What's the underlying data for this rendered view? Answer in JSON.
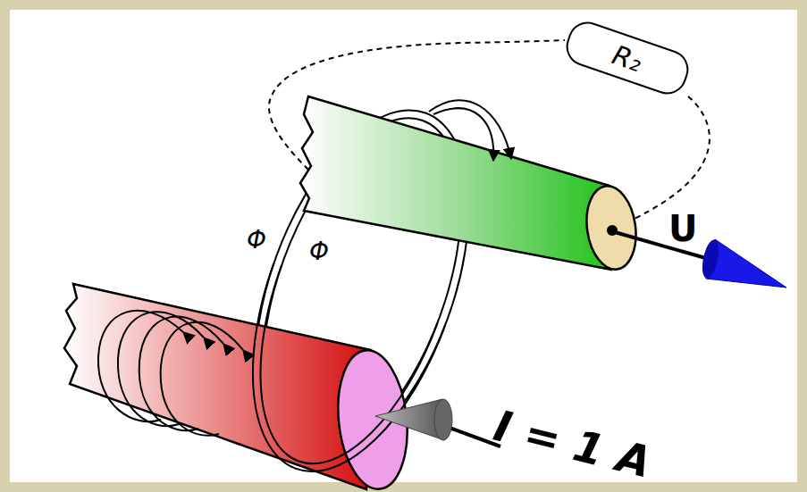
{
  "diagram": {
    "nodes": [
      {
        "text": [
          "R₂"
        ]
      }
    ],
    "labels": [
      "Φ",
      "Φ",
      "U",
      "I = 1 A"
    ]
  }
}
